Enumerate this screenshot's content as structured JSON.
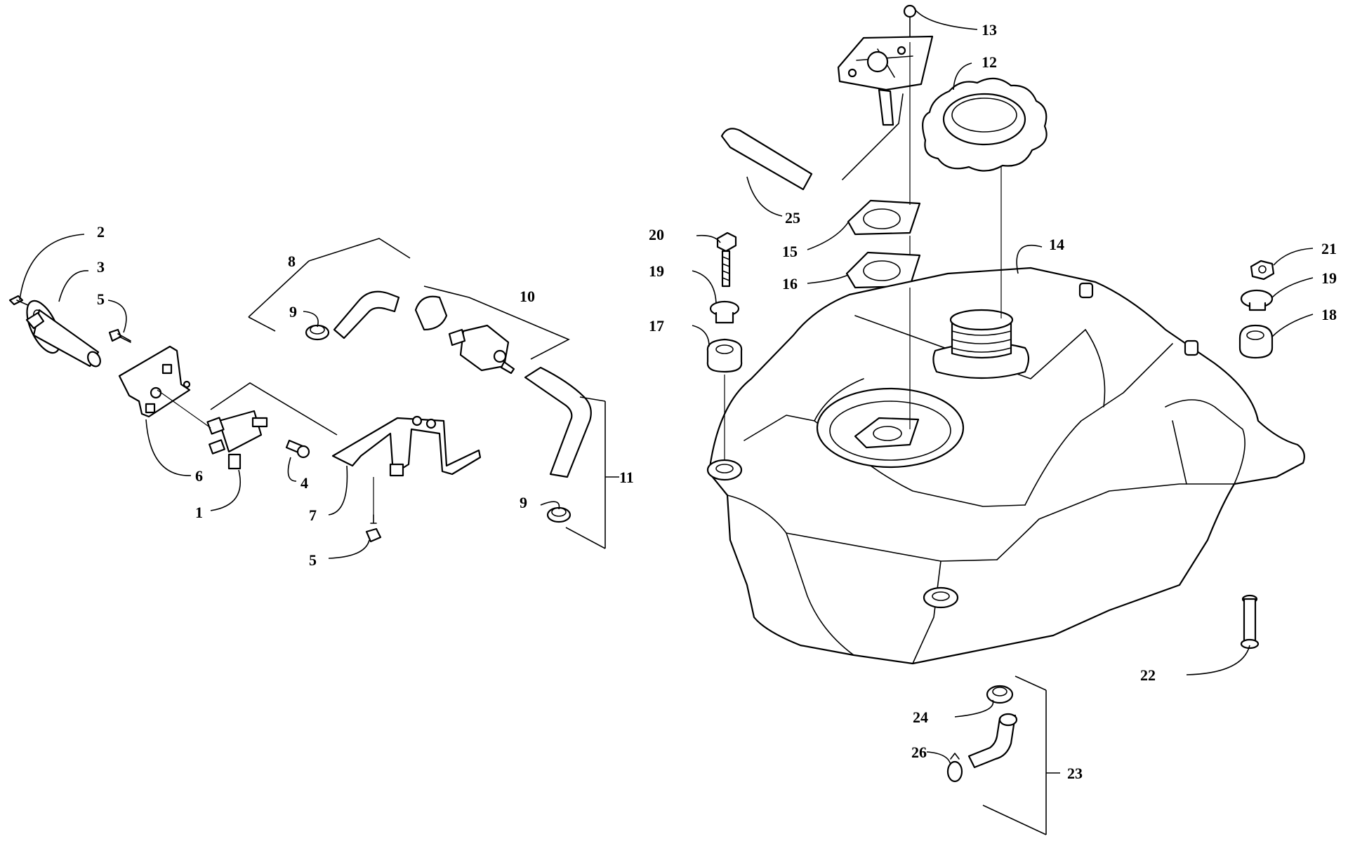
{
  "callouts": {
    "c1": "1",
    "c2": "2",
    "c3": "3",
    "c4": "4",
    "c5a": "5",
    "c5b": "5",
    "c6": "6",
    "c7": "7",
    "c8": "8",
    "c9a": "9",
    "c9b": "9",
    "c10": "10",
    "c11": "11",
    "c12": "12",
    "c13": "13",
    "c14": "14",
    "c15": "15",
    "c16": "16",
    "c17": "17",
    "c18": "18",
    "c19a": "19",
    "c19b": "19",
    "c20": "20",
    "c21": "21",
    "c22": "22",
    "c23": "23",
    "c24": "24",
    "c25": "25",
    "c26": "26"
  }
}
